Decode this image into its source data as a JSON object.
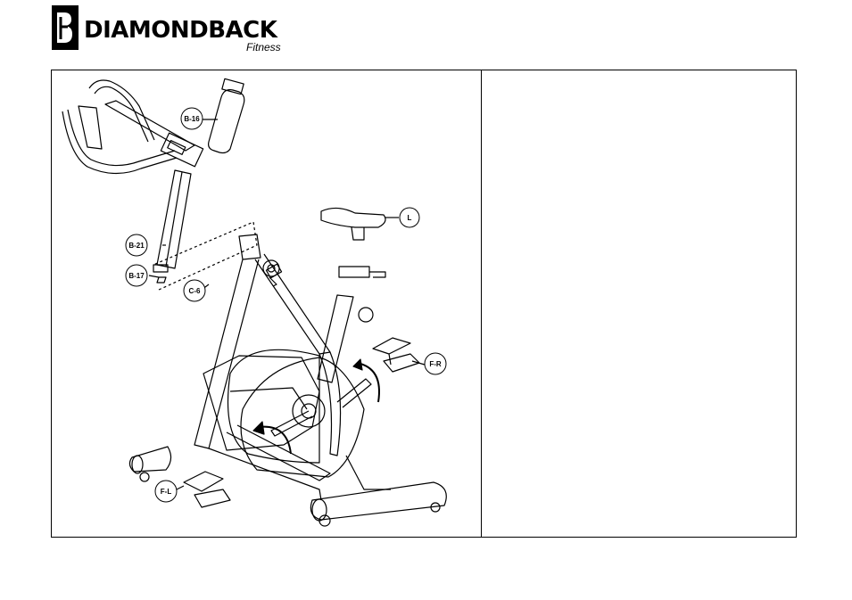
{
  "header": {
    "brand": "DIAMONDBACK",
    "subtitle": "Fitness"
  },
  "figure": {
    "callouts": {
      "b16": "B-16",
      "b21": "B-21",
      "b17": "B-17",
      "c6": "C-6",
      "l": "L",
      "fr": "F-R",
      "fl": "F-L"
    }
  }
}
